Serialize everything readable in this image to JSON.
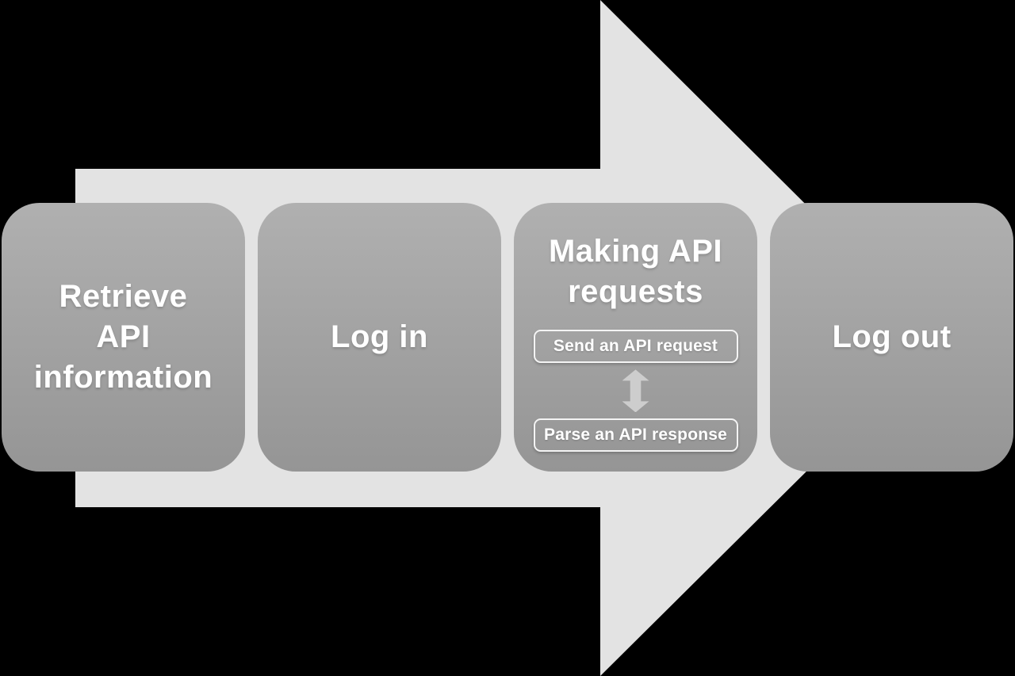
{
  "diagram": {
    "type": "process-flow",
    "direction": "left-to-right",
    "steps": [
      {
        "label": "Retrieve\nAPI\ninformation"
      },
      {
        "label": "Log in"
      },
      {
        "label": "Making API\nrequests",
        "sub_steps": [
          "Send an API request",
          "Parse an API response"
        ],
        "sub_connector_icon": "up-down-arrow-icon"
      },
      {
        "label": "Log out"
      }
    ],
    "flow_icon": "right-block-arrow-icon"
  },
  "colors": {
    "background": "#000000",
    "arrow_fill": "#e3e3e3",
    "box_top": "#b0b0b0",
    "box_bottom": "#959595",
    "text": "#ffffff",
    "subbox_border": "#f4f4f4",
    "connector_fill": "#cdcdcd"
  }
}
